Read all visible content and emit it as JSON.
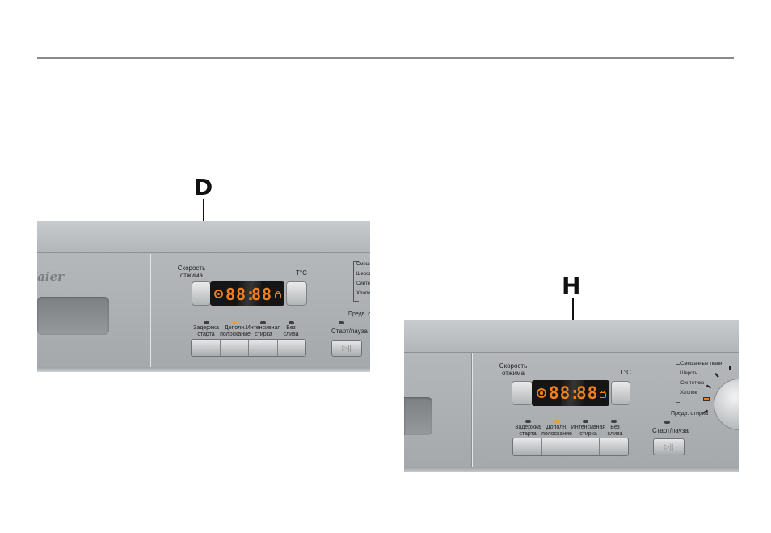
{
  "letters": {
    "left": "D",
    "right": "H"
  },
  "panel_left": {
    "brand": "Haier",
    "spin_label": "Скорость отжима",
    "temp_label": "T°C",
    "display": {
      "digits1": "88",
      "digits2": "88",
      "colon": ":"
    },
    "buttons": [
      {
        "label": "Задержка старта",
        "led_on": false
      },
      {
        "label": "Дополн. полоскание",
        "led_on": true
      },
      {
        "label": "Интенсивная стирка",
        "led_on": false
      },
      {
        "label": "Без слива",
        "led_on": false
      }
    ],
    "prewash": "Предв. стирка",
    "start": "Старт/пауза",
    "start_icon": "▷||",
    "programs": [
      "Смешанные ткани",
      "Шерсть",
      "Синтетика",
      "Хлопок"
    ]
  },
  "panel_right": {
    "spin_label": "Скорость отжима",
    "temp_label": "T°C",
    "display": {
      "digits1": "88",
      "digits2": "88",
      "colon": ":"
    },
    "buttons": [
      {
        "label": "Задержка старта",
        "led_on": false
      },
      {
        "label": "Дополн. полоскание",
        "led_on": true
      },
      {
        "label": "Интенсивная стирка",
        "led_on": false
      },
      {
        "label": "Без слива",
        "led_on": false
      }
    ],
    "prewash": "Предв. стирка",
    "start": "Старт/пауза",
    "start_icon": "▷||",
    "programs": [
      "Смешанные ткани",
      "Шерсть",
      "Синтетика",
      "Хлопок"
    ]
  },
  "colors": {
    "display_digits": "#f0801c",
    "led_on": "#f0a030",
    "panel": "#b0b3b5"
  }
}
